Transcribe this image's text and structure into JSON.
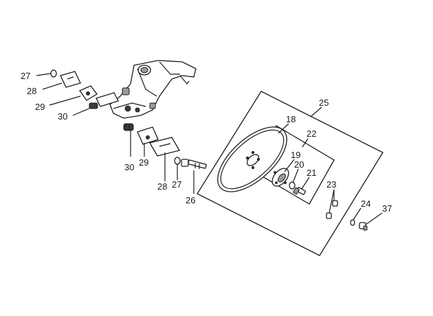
{
  "callouts": {
    "c27a": "27",
    "c28a": "28",
    "c29a": "29",
    "c30a": "30",
    "c30b": "30",
    "c29b": "29",
    "c28b": "28",
    "c27b": "27",
    "c26": "26",
    "c25": "25",
    "c18": "18",
    "c22": "22",
    "c19": "19",
    "c20": "20",
    "c21": "21",
    "c23": "23",
    "c24": "24",
    "c37": "37"
  }
}
